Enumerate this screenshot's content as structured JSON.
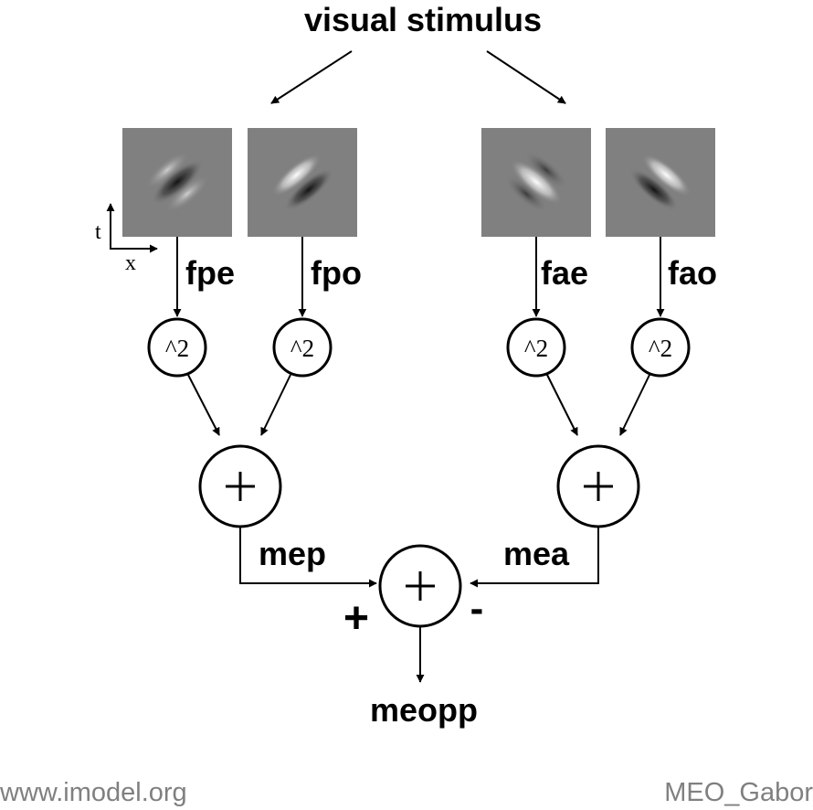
{
  "title": "visual stimulus",
  "filters": [
    {
      "label": "fpe",
      "phase": "even",
      "polarity": "negative-center",
      "direction": "preferred"
    },
    {
      "label": "fpo",
      "phase": "odd",
      "polarity": "positive-first",
      "direction": "preferred"
    },
    {
      "label": "fae",
      "phase": "even",
      "polarity": "positive-center",
      "direction": "anti-preferred"
    },
    {
      "label": "fao",
      "phase": "odd",
      "polarity": "negative-first",
      "direction": "anti-preferred"
    }
  ],
  "axes": {
    "t": "t",
    "x": "x"
  },
  "square_op": "^2",
  "sum_op": "+",
  "energy": {
    "left": "mep",
    "right": "mea"
  },
  "signs": {
    "plus": "+",
    "minus": "-"
  },
  "output": "meopp",
  "footer": {
    "left": "www.imodel.org",
    "right": "MEO_Gabor"
  },
  "colors": {
    "background": "#ffffff",
    "ink": "#000000",
    "footer": "#808080",
    "gabor_bg": "#808080"
  }
}
